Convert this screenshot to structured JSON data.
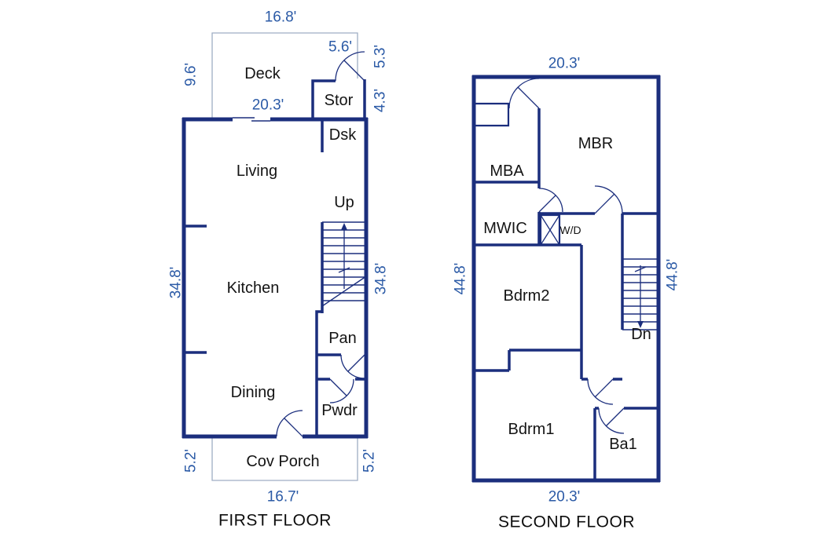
{
  "colors": {
    "wall": "#1b2e7d",
    "dimension_text": "#2b5aa6",
    "room_text": "#141414",
    "thin_outline": "#9fadc4",
    "background": "#ffffff"
  },
  "first_floor": {
    "title": "FIRST FLOOR",
    "rooms": {
      "deck": "Deck",
      "stor": "Stor",
      "dsk": "Dsk",
      "living": "Living",
      "up": "Up",
      "kitchen": "Kitchen",
      "pan": "Pan",
      "dining": "Dining",
      "pwdr": "Pwdr",
      "cov_porch": "Cov Porch"
    },
    "dimensions": {
      "deck_width": "16.8'",
      "deck_depth": "9.6'",
      "stor_door_width": "5.6'",
      "stor_depth": "5.3'",
      "stor_height": "4.3'",
      "main_width": "20.3'",
      "main_depth_left": "34.8'",
      "main_depth_right": "34.8'",
      "porch_depth_left": "5.2'",
      "porch_depth_right": "5.2'",
      "porch_width": "16.7'"
    }
  },
  "second_floor": {
    "title": "SECOND FLOOR",
    "rooms": {
      "mbr": "MBR",
      "mba": "MBA",
      "mwic": "MWIC",
      "wd": "W/D",
      "bdrm2": "Bdrm2",
      "dn": "Dn",
      "bdrm1": "Bdrm1",
      "ba1": "Ba1"
    },
    "dimensions": {
      "width_top": "20.3'",
      "depth_left": "44.8'",
      "depth_right": "44.8'",
      "width_bottom": "20.3'"
    }
  }
}
